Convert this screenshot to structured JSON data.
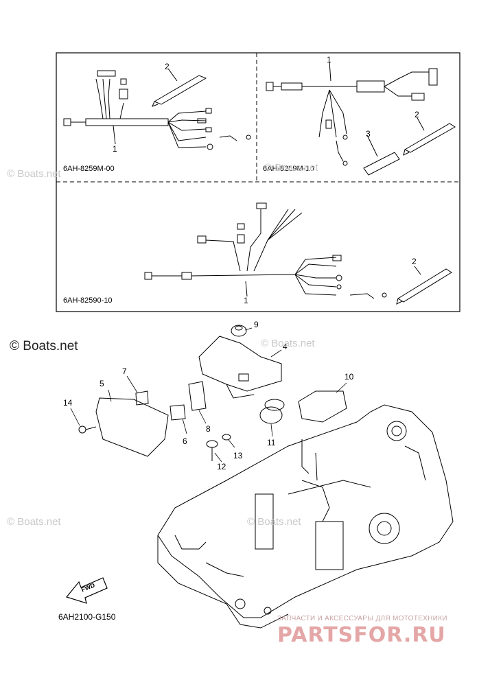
{
  "kits": [
    {
      "part_number": "6AH-8259M-00"
    },
    {
      "part_number": "6AH-8259M-10"
    },
    {
      "part_number": "6AH-82590-10"
    }
  ],
  "callouts": [
    "1",
    "2",
    "3",
    "4",
    "5",
    "6",
    "7",
    "8",
    "9",
    "10",
    "11",
    "12",
    "13",
    "14"
  ],
  "watermark": {
    "main": "© Boats.net",
    "faint": "© Boats.net"
  },
  "figure_code": "6AH2100-G150",
  "fwd_label": "FWD",
  "footer_logo": {
    "tagline": "ЗАПЧАСТИ И АКСЕССУАРЫ ДЛЯ МОТОТЕХНИКИ",
    "name": "PARTSFOR.RU"
  },
  "colors": {
    "line": "#000000",
    "dash": "#000000",
    "logo": "#e4a6a6",
    "watermark": "#c8c8c8"
  }
}
